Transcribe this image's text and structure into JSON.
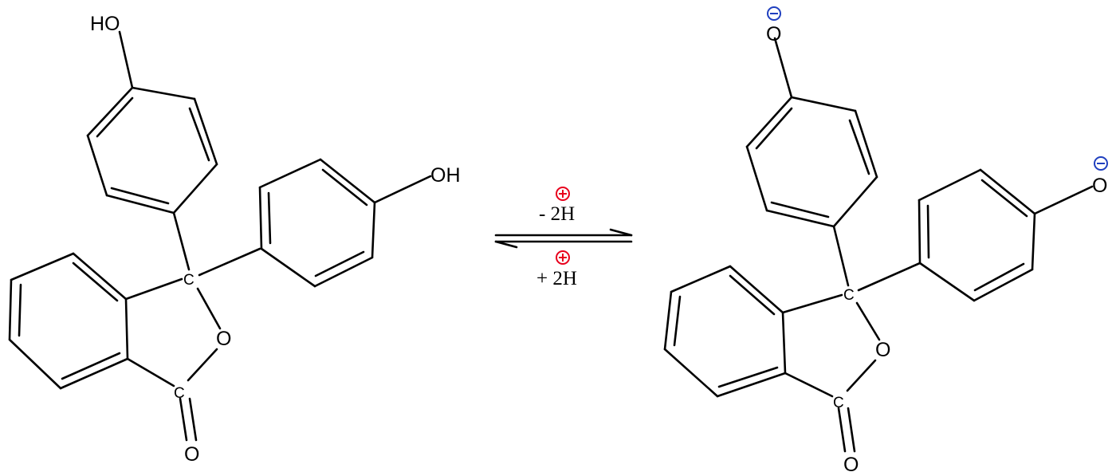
{
  "reactant": {
    "labels": {
      "oh_top": "HO",
      "oh_right": "OH",
      "c_central": "C",
      "o_ring": "O",
      "c_carbonyl": "C",
      "o_carbonyl": "O"
    }
  },
  "product": {
    "labels": {
      "o_top": "O",
      "o_right": "O",
      "c_central": "C",
      "o_ring": "O",
      "c_carbonyl": "C",
      "o_carbonyl": "O"
    },
    "charge_color": "#1f3fbf"
  },
  "conditions": {
    "forward": "- 2H",
    "reverse": "+ 2H",
    "proton_charge_color": "#e8001c"
  }
}
